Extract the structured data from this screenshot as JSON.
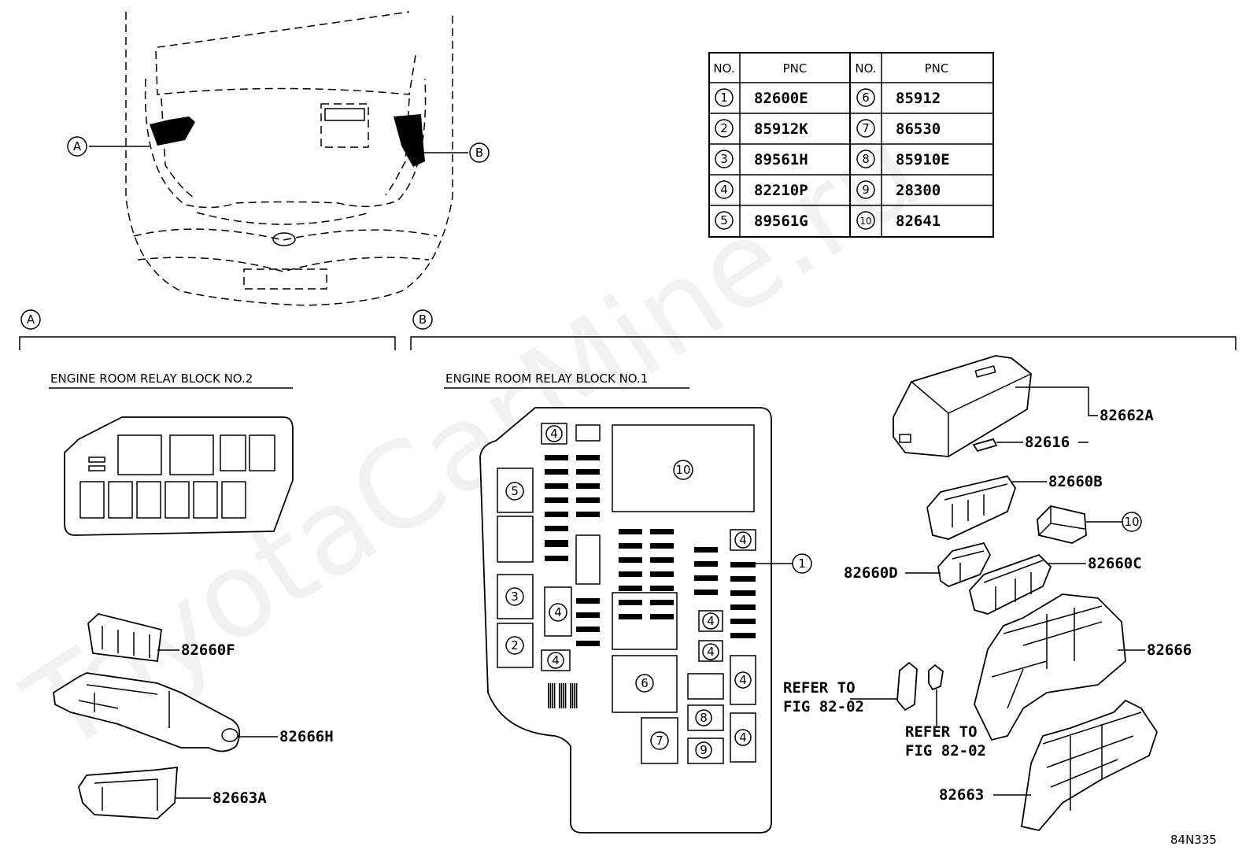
{
  "watermark": "ToyotaCarMine.ru",
  "figure_code": "84N335",
  "callouts": {
    "a": "A",
    "b": "B"
  },
  "sections": {
    "a_title": "ENGINE ROOM RELAY BLOCK NO.2",
    "b_title": "ENGINE ROOM RELAY BLOCK NO.1"
  },
  "table": {
    "headers": [
      "NO.",
      "PNC",
      "NO.",
      "PNC"
    ],
    "rows": [
      {
        "no1": "1",
        "pnc1": "82600E",
        "no2": "6",
        "pnc2": "85912"
      },
      {
        "no1": "2",
        "pnc1": "85912K",
        "no2": "7",
        "pnc2": "86530"
      },
      {
        "no1": "3",
        "pnc1": "89561H",
        "no2": "8",
        "pnc2": "85910E"
      },
      {
        "no1": "4",
        "pnc1": "82210P",
        "no2": "9",
        "pnc2": "28300"
      },
      {
        "no1": "5",
        "pnc1": "89561G",
        "no2": "10",
        "pnc2": "82641"
      }
    ]
  },
  "parts_a": [
    "82660F",
    "82666H",
    "82663A"
  ],
  "parts_b": [
    "82662A",
    "82616",
    "82660B",
    "82660D",
    "82660C",
    "82666",
    "82663"
  ],
  "refer": {
    "line1": "REFER TO",
    "line2": "FIG 82-02"
  },
  "block_numbers": {
    "n4": "4",
    "n5": "5",
    "n10": "10",
    "n3": "3",
    "n2": "2",
    "n6": "6",
    "n7": "7",
    "n8": "8",
    "n9": "9",
    "n1": "1"
  }
}
